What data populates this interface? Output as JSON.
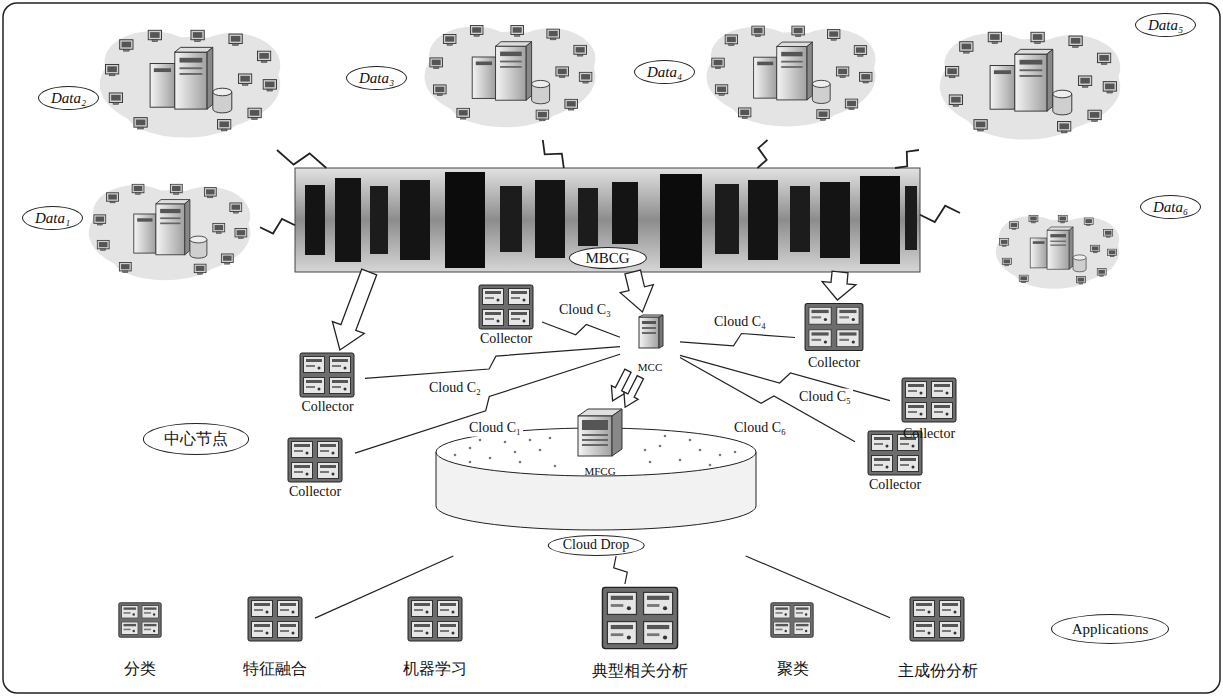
{
  "diagram": {
    "nodes": [
      {
        "text": [
          "Data₂"
        ]
      },
      {
        "text": [
          "Data₃"
        ]
      },
      {
        "text": [
          "Data₄"
        ]
      },
      {
        "text": [
          "Data₅"
        ]
      },
      {
        "text": [
          "Data₁"
        ]
      },
      {
        "text": [
          "MBCG"
        ]
      },
      {
        "text": [
          "Data₆"
        ]
      },
      {
        "text": [
          "Collector"
        ]
      },
      {
        "text": [
          "MCC"
        ]
      },
      {
        "text": [
          "Collector"
        ]
      },
      {
        "text": [
          "Collector"
        ]
      },
      {
        "text": [
          "Collector"
        ]
      },
      {
        "text": [
          "中心节点"
        ]
      },
      {
        "text": [
          "Collector"
        ]
      },
      {
        "text": [
          "MFCG"
        ]
      },
      {
        "text": [
          "Collector"
        ]
      },
      {
        "text": [
          "Cloud Drop"
        ]
      },
      {
        "text": [
          "分类"
        ]
      },
      {
        "text": [
          "特征融合"
        ]
      },
      {
        "text": [
          "机器学习"
        ]
      },
      {
        "text": [
          "典型相关分析"
        ]
      },
      {
        "text": [
          "聚类"
        ]
      },
      {
        "text": [
          "主成份分析"
        ]
      },
      {
        "text": [
          "Applications"
        ]
      }
    ],
    "edges": [
      {
        "from": 0,
        "to": 5,
        "arrow": "none"
      },
      {
        "from": 1,
        "to": 5,
        "arrow": "none"
      },
      {
        "from": 2,
        "to": 5,
        "arrow": "none"
      },
      {
        "from": 3,
        "to": 5,
        "arrow": "none"
      },
      {
        "from": 4,
        "to": 5,
        "arrow": "none"
      },
      {
        "from": 6,
        "to": 5,
        "arrow": "none"
      },
      {
        "from": 5,
        "to": 10,
        "arrow": "to"
      },
      {
        "from": 5,
        "to": 8,
        "arrow": "to"
      },
      {
        "from": 5,
        "to": 9,
        "arrow": "to"
      },
      {
        "from": 8,
        "to": 13,
        "arrow": "none",
        "label": "Cloud C₁"
      },
      {
        "from": 8,
        "to": 10,
        "arrow": "none",
        "label": "Cloud C₂"
      },
      {
        "from": 8,
        "to": 7,
        "arrow": "none",
        "label": "Cloud C₃"
      },
      {
        "from": 8,
        "to": 9,
        "arrow": "none",
        "label": "Cloud C₄"
      },
      {
        "from": 8,
        "to": 11,
        "arrow": "none",
        "label": "Cloud C₅"
      },
      {
        "from": 8,
        "to": 15,
        "arrow": "none",
        "label": "Cloud C₆"
      },
      {
        "from": 8,
        "to": 14,
        "arrow": "to"
      },
      {
        "from": 16,
        "to": 18,
        "arrow": "none"
      },
      {
        "from": 16,
        "to": 20,
        "arrow": "none"
      },
      {
        "from": 16,
        "to": 22,
        "arrow": "none"
      }
    ]
  }
}
